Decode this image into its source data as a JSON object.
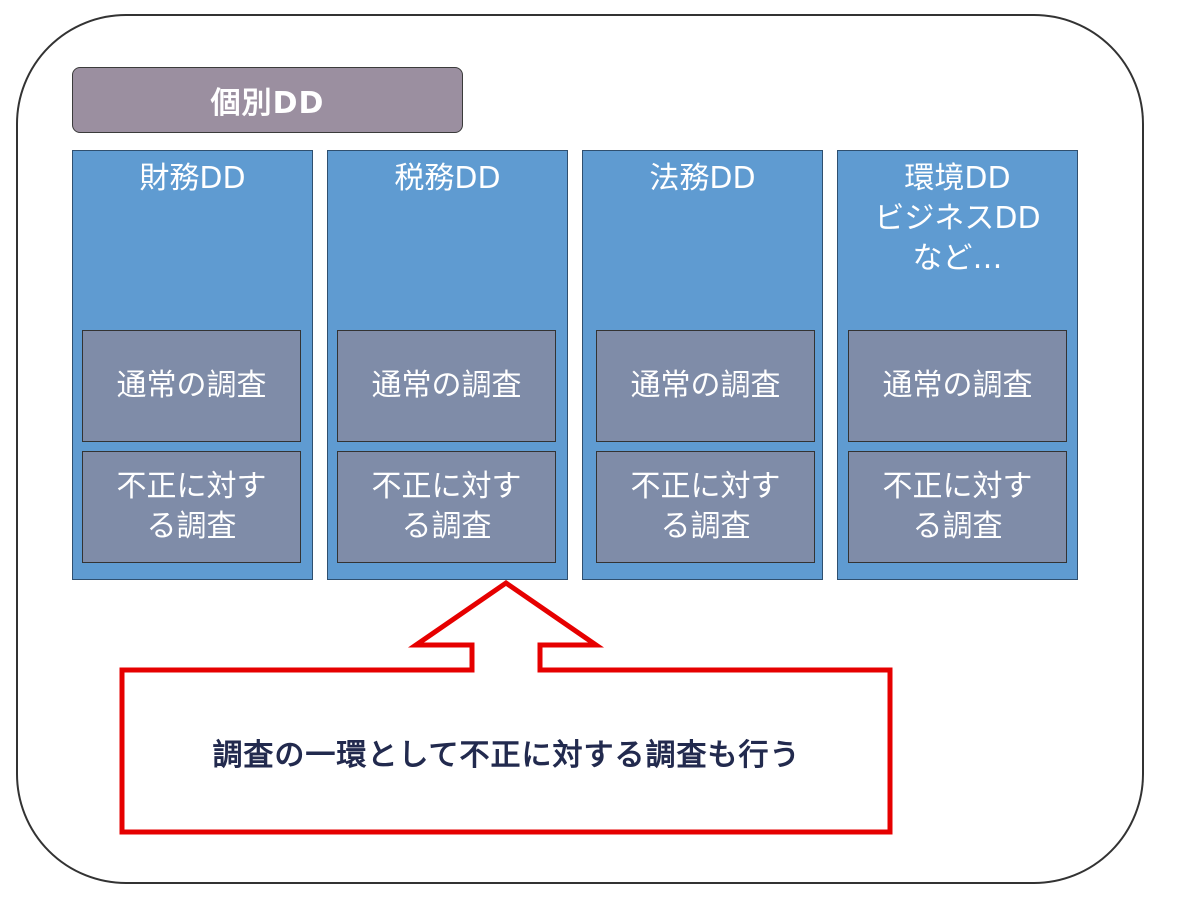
{
  "header": {
    "title": "個別DD"
  },
  "columns": [
    {
      "title": "財務DD",
      "normal": "通常の調査",
      "fraud": "不正に対す\nる調査"
    },
    {
      "title": "税務DD",
      "normal": "通常の調査",
      "fraud": "不正に対す\nる調査"
    },
    {
      "title": "法務DD",
      "normal": "通常の調査",
      "fraud": "不正に対す\nる調査"
    },
    {
      "title": "環境DD\nビジネスDD\nなど…",
      "normal": "通常の調査",
      "fraud": "不正に対す\nる調査"
    }
  ],
  "callout": {
    "text": "調査の一環として不正に対する調査も行う"
  },
  "colors": {
    "header_fill": "#9b8fa0",
    "column_fill": "#5f9bd1",
    "sub_fill": "#7f8ca8",
    "callout_stroke": "#e60000",
    "callout_text": "#222a4e"
  }
}
